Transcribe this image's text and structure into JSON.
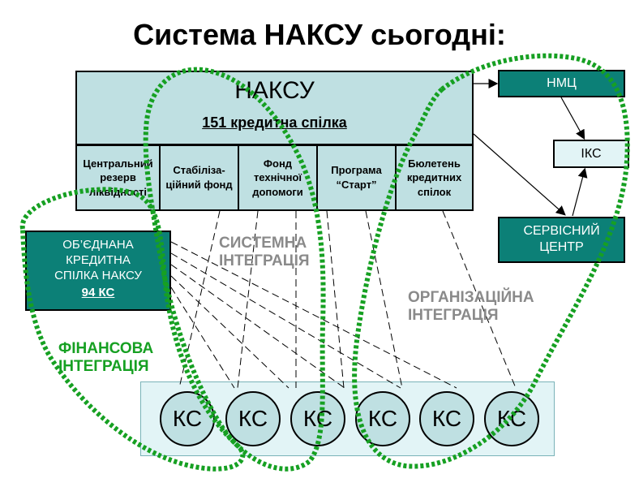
{
  "title": "Система НАКСУ сьогодні:",
  "naksu": {
    "name": "НАКСУ",
    "subtitle": "151 кредитна спілка",
    "cells": [
      "Центральний резерв ліквідності",
      "Стабіліза-ційний фонд",
      "Фонд технічної допомоги",
      "Програма “Старт”",
      "Бюлетень кредитних спілок"
    ]
  },
  "nmc": "НМЦ",
  "iks": "ІКС",
  "service_center": [
    "СЕРВІСНИЙ",
    "ЦЕНТР"
  ],
  "united": {
    "lines": [
      "ОБ’ЄДНАНА",
      "КРЕДИТНА",
      "СПІЛКА НАКСУ"
    ],
    "count": "94 КС"
  },
  "ks_label": "КС",
  "labels": {
    "system": [
      "СИСТЕМНА",
      "ІНТЕГРАЦІЯ"
    ],
    "organizational": [
      "ОРГАНІЗАЦІЙНА",
      "ІНТЕГРАЦІЯ"
    ],
    "financial": [
      "ФІНАНСОВА",
      "ІНТЕГРАЦІЯ"
    ]
  },
  "colors": {
    "light_teal": "#bfe0e2",
    "dark_teal": "#0c8077",
    "pale_cyan": "#e2f4f6",
    "green_dotted": "#16a022",
    "gray_label": "#8a8a8a"
  }
}
